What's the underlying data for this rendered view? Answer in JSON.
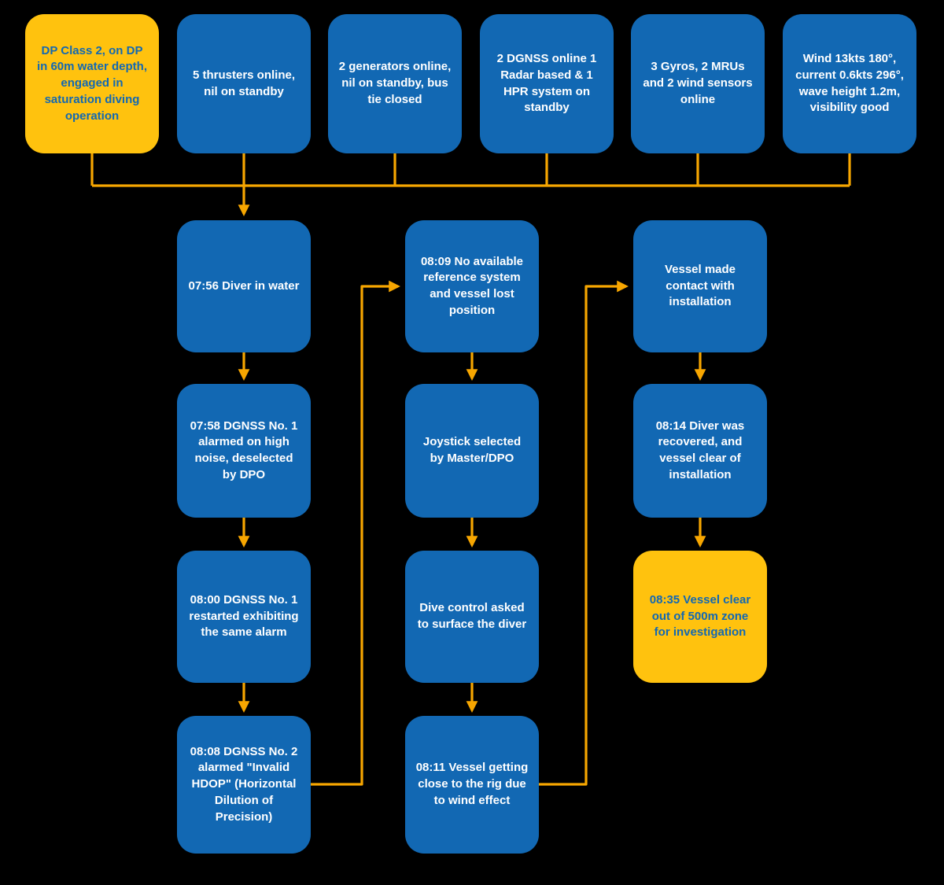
{
  "title": "DP incident timeline flowchart",
  "colors": {
    "background": "#000000",
    "blue": "#1268B3",
    "yellow": "#FFC20E",
    "arrow": "#F7A600",
    "text_on_blue": "#FFFFFF",
    "text_on_yellow": "#1268B3"
  },
  "nodes": {
    "dp_class": "DP Class 2, on DP in 60m water depth, engaged in saturation diving operation",
    "thrusters": "5 thrusters online, nil on standby",
    "generators": "2 generators online, nil on standby, bus tie closed",
    "dgnss": "2 DGNSS online 1 Radar based & 1 HPR system on standby",
    "gyros": "3 Gyros, 2 MRUs and 2 wind sensors online",
    "weather": "Wind 13kts 180°, current 0.6kts 296°, wave height 1.2m, visibility good",
    "t0756": "07:56 Diver in water",
    "t0758": "07:58 DGNSS No. 1 alarmed on high noise, deselected by DPO",
    "t0800": "08:00 DGNSS No. 1 restarted exhibiting the same alarm",
    "t0808": "08:08 DGNSS No. 2 alarmed \"Invalid HDOP\" (Horizontal Dilution of Precision)",
    "t0809": "08:09 No available reference system and vessel lost position",
    "joystick": "Joystick selected by Master/DPO",
    "dive_control": "Dive control asked to surface the diver",
    "t0811": "08:11 Vessel getting close to the rig due to wind effect",
    "contact": "Vessel made contact with installation",
    "t0814": "08:14 Diver was recovered, and vessel clear of installation",
    "t0835": "08:35 Vessel clear out of 500m zone for investigation"
  }
}
